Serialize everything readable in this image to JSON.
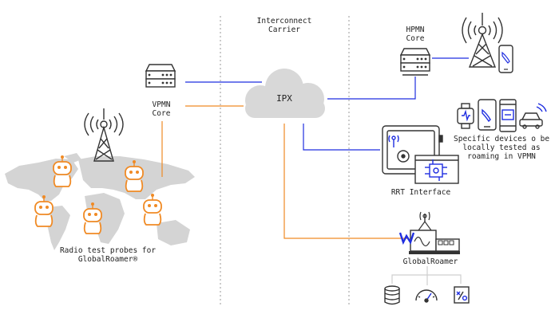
{
  "header": {
    "interconnect_line1": "Interconnect",
    "interconnect_line2": "Carrier"
  },
  "ipx": {
    "label": "IPX"
  },
  "vpmn": {
    "line1": "VPMN",
    "line2": "Core"
  },
  "hpmn": {
    "line1": "HPMN",
    "line2": "Core"
  },
  "probes": {
    "line1": "Radio test probes for",
    "line2": "GlobalRoamer®"
  },
  "rrt": {
    "label": "RRT Interface"
  },
  "globalroamer": {
    "label": "GlobalRoamer"
  },
  "devices_note": {
    "line1": "Specific devices o be",
    "line2": "locally tested as",
    "line3": "roaming in VPMN"
  },
  "colors": {
    "blue": "#1f2ee0",
    "orange": "#f08a24",
    "gray": "#cfcfcf",
    "dark": "#333333",
    "cloud": "#d8d8d8"
  },
  "icons": [
    "server-icon",
    "cell-tower-icon",
    "cloud-icon",
    "robot-probe-icon",
    "smartphone-icon",
    "smartwatch-icon",
    "tablet-icon",
    "car-icon",
    "safe-icon",
    "chip-icon",
    "database-icon",
    "gauge-icon",
    "strategy-board-icon",
    "world-map"
  ]
}
